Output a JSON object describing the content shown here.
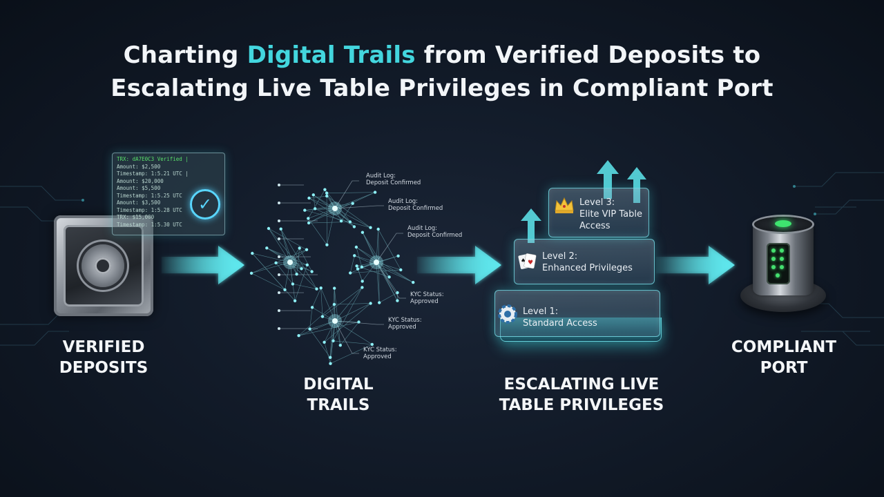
{
  "title": {
    "line1_before": "Charting ",
    "line1_accent": "Digital Trails",
    "line1_after": " from Verified Deposits to",
    "line2": "Escalating Live Table Privileges in Compliant Port"
  },
  "stages": {
    "deposits": {
      "line1": "VERIFIED",
      "line2": "DEPOSITS"
    },
    "trails": {
      "line1": "DIGITAL",
      "line2": "TRAILS"
    },
    "privileges": {
      "line1": "ESCALATING LIVE",
      "line2": "TABLE PRIVILEGES"
    },
    "port": {
      "line1": "COMPLIANT",
      "line2": "PORT"
    }
  },
  "log_panel": {
    "lines": [
      "TRX: dA7E0C3 Verified |",
      "Amount: $2,500",
      "Timestamp: 1:5.21 UTC |",
      "Amount: $20,000",
      "Amount: $5,500",
      "Timestamp: 1:5.25 UTC",
      "Amount: $3,500",
      "Timestamp: 1:5.28 UTC",
      "TRX: $15,000",
      "Timestamp: 1:5.30 UTC"
    ]
  },
  "graph_notes": [
    {
      "line1": "Audit Log:",
      "line2": "Deposit Confirmed"
    },
    {
      "line1": "Audit Log:",
      "line2": "Deposit Confirmed"
    },
    {
      "line1": "Audit Log:",
      "line2": "Deposit Confirmed"
    },
    {
      "line1": "KYC Status:",
      "line2": "Approved"
    },
    {
      "line1": "KYC Status:",
      "line2": "Approved"
    },
    {
      "line1": "KYC Status:",
      "line2": "Approved"
    }
  ],
  "levels": [
    {
      "line1": "Level 1:",
      "line2": "Standard Access",
      "icon": "poker-chip-icon"
    },
    {
      "line1": "Level 2:",
      "line2": "Enhanced Privileges",
      "icon": "playing-cards-icon"
    },
    {
      "line1": "Level 3:",
      "line2": "Elite VIP Table",
      "line3": "Access",
      "icon": "crown-icon"
    }
  ],
  "colors": {
    "accent": "#43d6de",
    "arrow": "#5fe8ee",
    "terminal_green": "#59e06b",
    "led_green": "#44e06f",
    "background": "#121b29"
  }
}
